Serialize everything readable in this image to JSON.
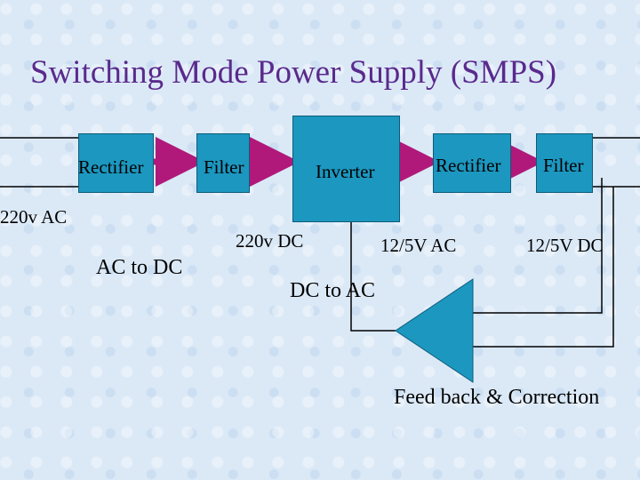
{
  "title": "Switching Mode Power Supply (SMPS)",
  "blocks": {
    "rectifier_1": "Rectifier",
    "filter_1": "Filter",
    "inverter": "Inverter",
    "rectifier_2": "Rectifier",
    "filter_2": "Filter"
  },
  "labels": {
    "input": "220v AC",
    "stage_1": "AC  to DC",
    "dc_bus": "220v DC",
    "stage_2": "DC  to AC",
    "ac_out": "12/5V AC",
    "dc_out": "12/5V DC",
    "feedback": "Feed back & Correction"
  },
  "colors": {
    "block_fill": "#1c97c0",
    "arrow": "#b0197a",
    "title": "#5a2a8c",
    "background": "#dbe9f7"
  }
}
